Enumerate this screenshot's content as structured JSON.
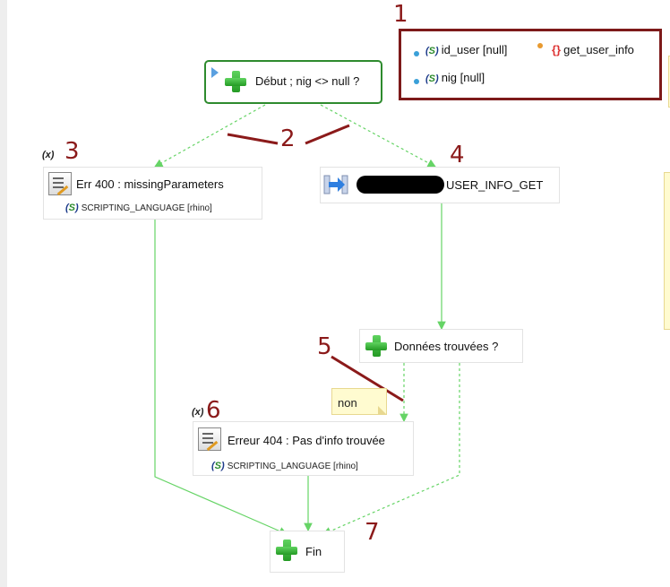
{
  "annotations": {
    "n1": "1",
    "n2": "2",
    "n3": "3",
    "n4": "4",
    "n5": "5",
    "n6": "6",
    "n7": "7"
  },
  "variables": {
    "id_user": "id_user [null]",
    "get_user_info": "get_user_info",
    "nig": "nig [null]"
  },
  "nodes": {
    "start": {
      "title": "Début ; nig <> null ?"
    },
    "err400": {
      "marker": "(x)",
      "title": "Err 400 : missingParameters",
      "sub": "SCRIPTING_LANGUAGE [rhino]"
    },
    "call": {
      "title": "USER_INFO_GET"
    },
    "found": {
      "title": "Données trouvées ?"
    },
    "err404": {
      "marker": "(x)",
      "title": "Erreur 404 : Pas d'info trouvée",
      "sub": "SCRIPTING_LANGUAGE [rhino]"
    },
    "end": {
      "title": "Fin"
    }
  },
  "labels": {
    "non": "non"
  },
  "colors": {
    "annotation": "#8b1a1a",
    "flow": "#66d466",
    "start_border": "#2e8b2e",
    "note": "#fffbd0"
  }
}
